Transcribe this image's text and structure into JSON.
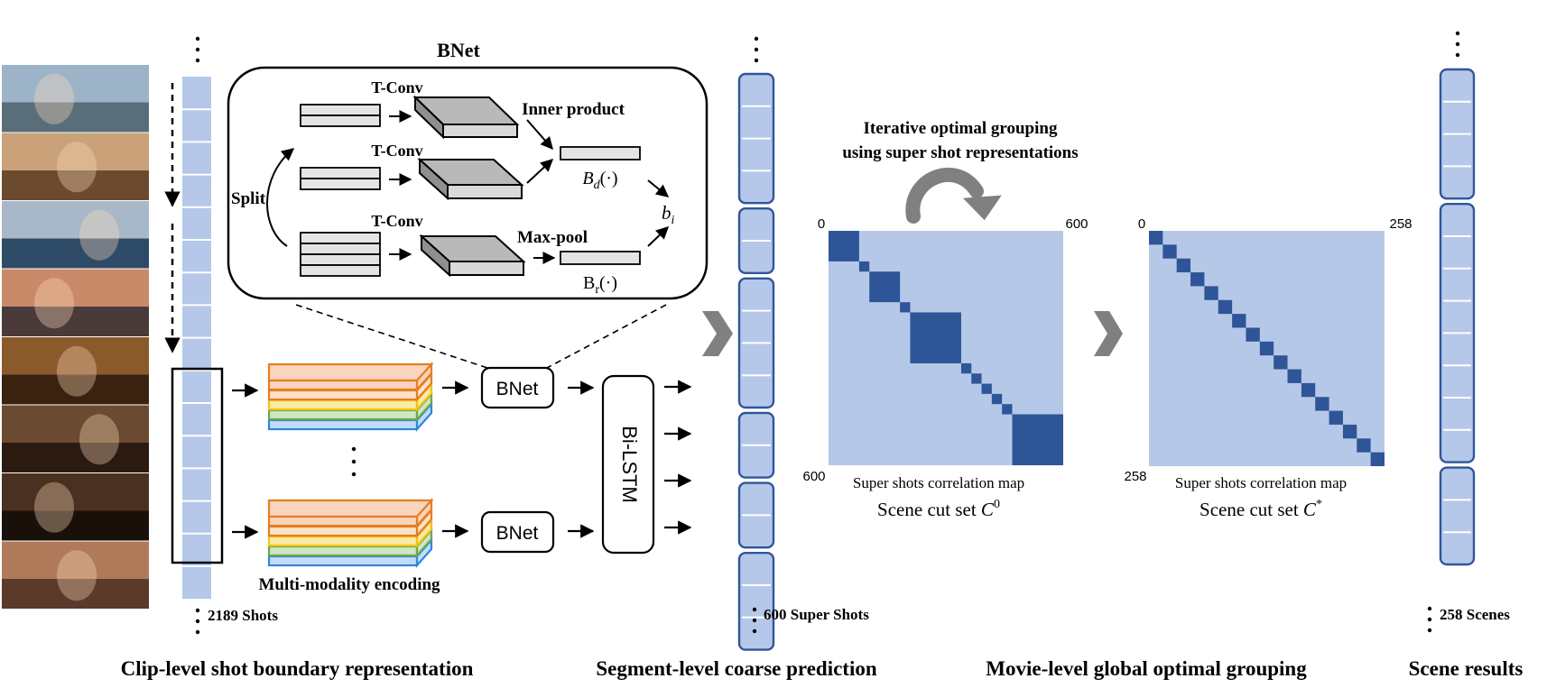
{
  "title": "BNet",
  "colors": {
    "cell_fill": "#b5c8e9",
    "cell_border": "#2f569b",
    "matrix_bg": "#b6c8e8",
    "matrix_block": "#2e5597",
    "arrow_gray": "#808080",
    "layer_orange": "#e67e22",
    "layer_orange_fill": "#f9d5bf",
    "layer_yellow": "#f1c40f",
    "layer_green": "#6aa84f",
    "layer_blue": "#2e86de"
  },
  "bnet": {
    "label": "BNet",
    "tconv_1": "T-Conv",
    "tconv_2": "T-Conv",
    "tconv_3": "T-Conv",
    "inner_product": "Inner product",
    "max_pool": "Max-pool",
    "split": "Split",
    "bd": "B",
    "bd_sub": "d",
    "bd_arg": "(·)",
    "br": "B",
    "br_sub": "r",
    "br_arg": "(·)",
    "bi": "b",
    "bi_sub": "i"
  },
  "stage1": {
    "bnet_box_top": "BNet",
    "bnet_box_bottom": "BNet",
    "bilstm": "Bi-LSTM",
    "encoding_label": "Multi-modality encoding",
    "shots_count": "2189 Shots",
    "section_title": "Clip-level shot boundary representation"
  },
  "stage2": {
    "super_shots_count": "600 Super Shots",
    "section_title": "Segment-level coarse prediction"
  },
  "stage3": {
    "grouping_line1": "Iterative optimal grouping",
    "grouping_line2": "using super shot representations",
    "map1_origin": "0",
    "map1_end": "600",
    "map1_side": "600",
    "map1_caption": "Super shots correlation map",
    "map1_set": "Scene cut set ",
    "map1_set_sym": "C",
    "map1_set_sup": "0",
    "map2_origin": "0",
    "map2_end": "258",
    "map2_side": "258",
    "map2_caption": "Super shots correlation map",
    "map2_set": "Scene cut set ",
    "map2_set_sym": "C",
    "map2_set_sup": "*",
    "section_title": "Movie-level global optimal grouping"
  },
  "stage4": {
    "scenes_count": "258 Scenes",
    "section_title": "Scene results"
  },
  "film_frames": [
    {
      "name": "ship-bow-scene",
      "sky": "#9db4c8",
      "ground": "#5a6e7a"
    },
    {
      "name": "couple-closeup",
      "sky": "#c9a27a",
      "ground": "#6b4a2e"
    },
    {
      "name": "ocean-liner",
      "sky": "#a8b8c8",
      "ground": "#2d4a66"
    },
    {
      "name": "sunset-embrace",
      "sky": "#c98a6a",
      "ground": "#4a3a3a"
    },
    {
      "name": "candlelit-woman",
      "sky": "#8a5a2a",
      "ground": "#3a2210"
    },
    {
      "name": "man-drawing",
      "sky": "#6a4a30",
      "ground": "#2a1a10"
    },
    {
      "name": "cabin-interior",
      "sky": "#4a3020",
      "ground": "#1a100a"
    },
    {
      "name": "reclining-woman",
      "sky": "#b07a5a",
      "ground": "#5a3a2a"
    }
  ]
}
